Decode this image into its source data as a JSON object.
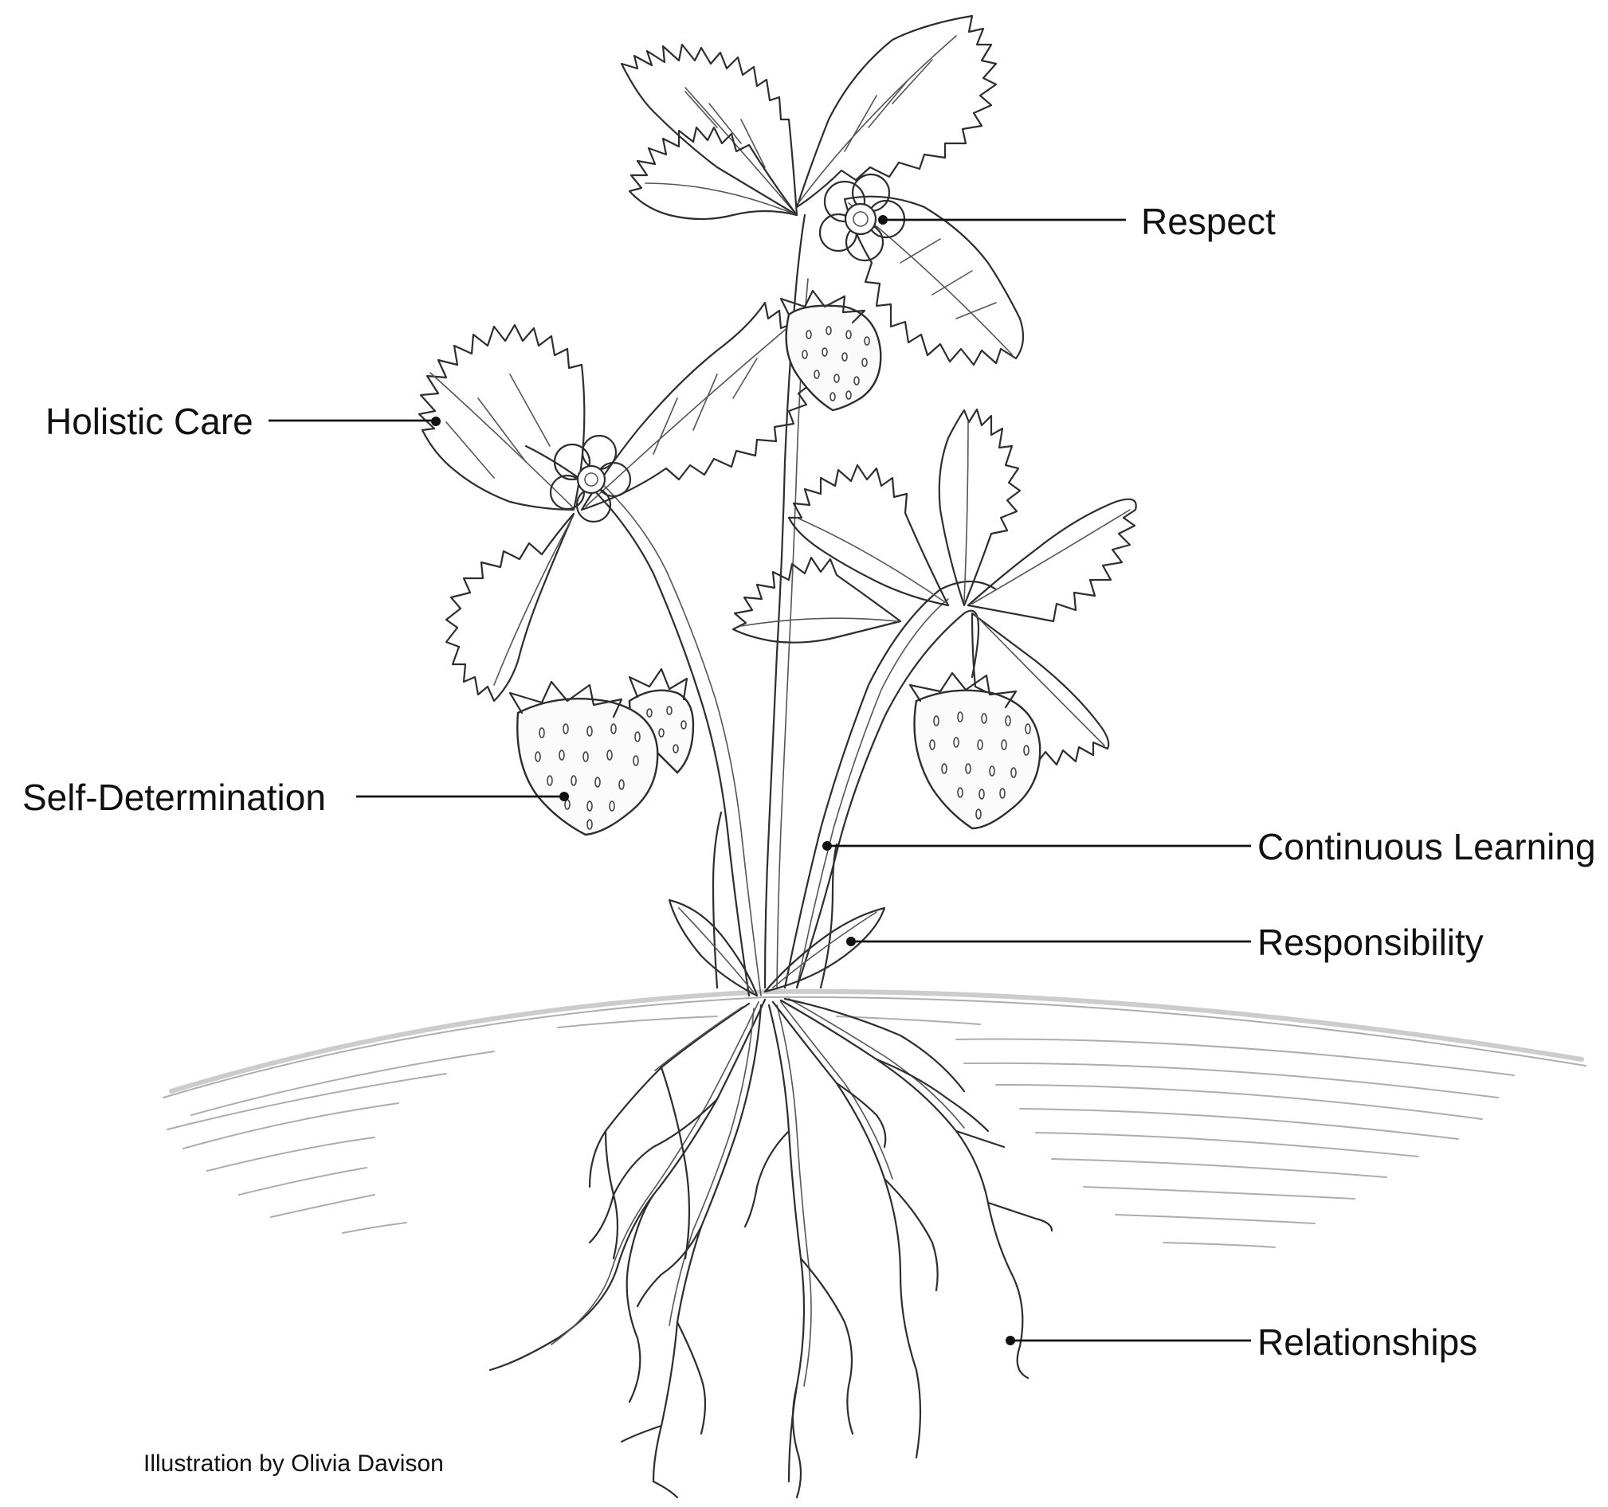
{
  "labels": {
    "respect": "Respect",
    "holistic_care": "Holistic Care",
    "self_determination": "Self-Determination",
    "continuous_learning": "Continuous Learning",
    "responsibility": "Responsibility",
    "relationships": "Relationships"
  },
  "credit": "Illustration by Olivia Davison"
}
